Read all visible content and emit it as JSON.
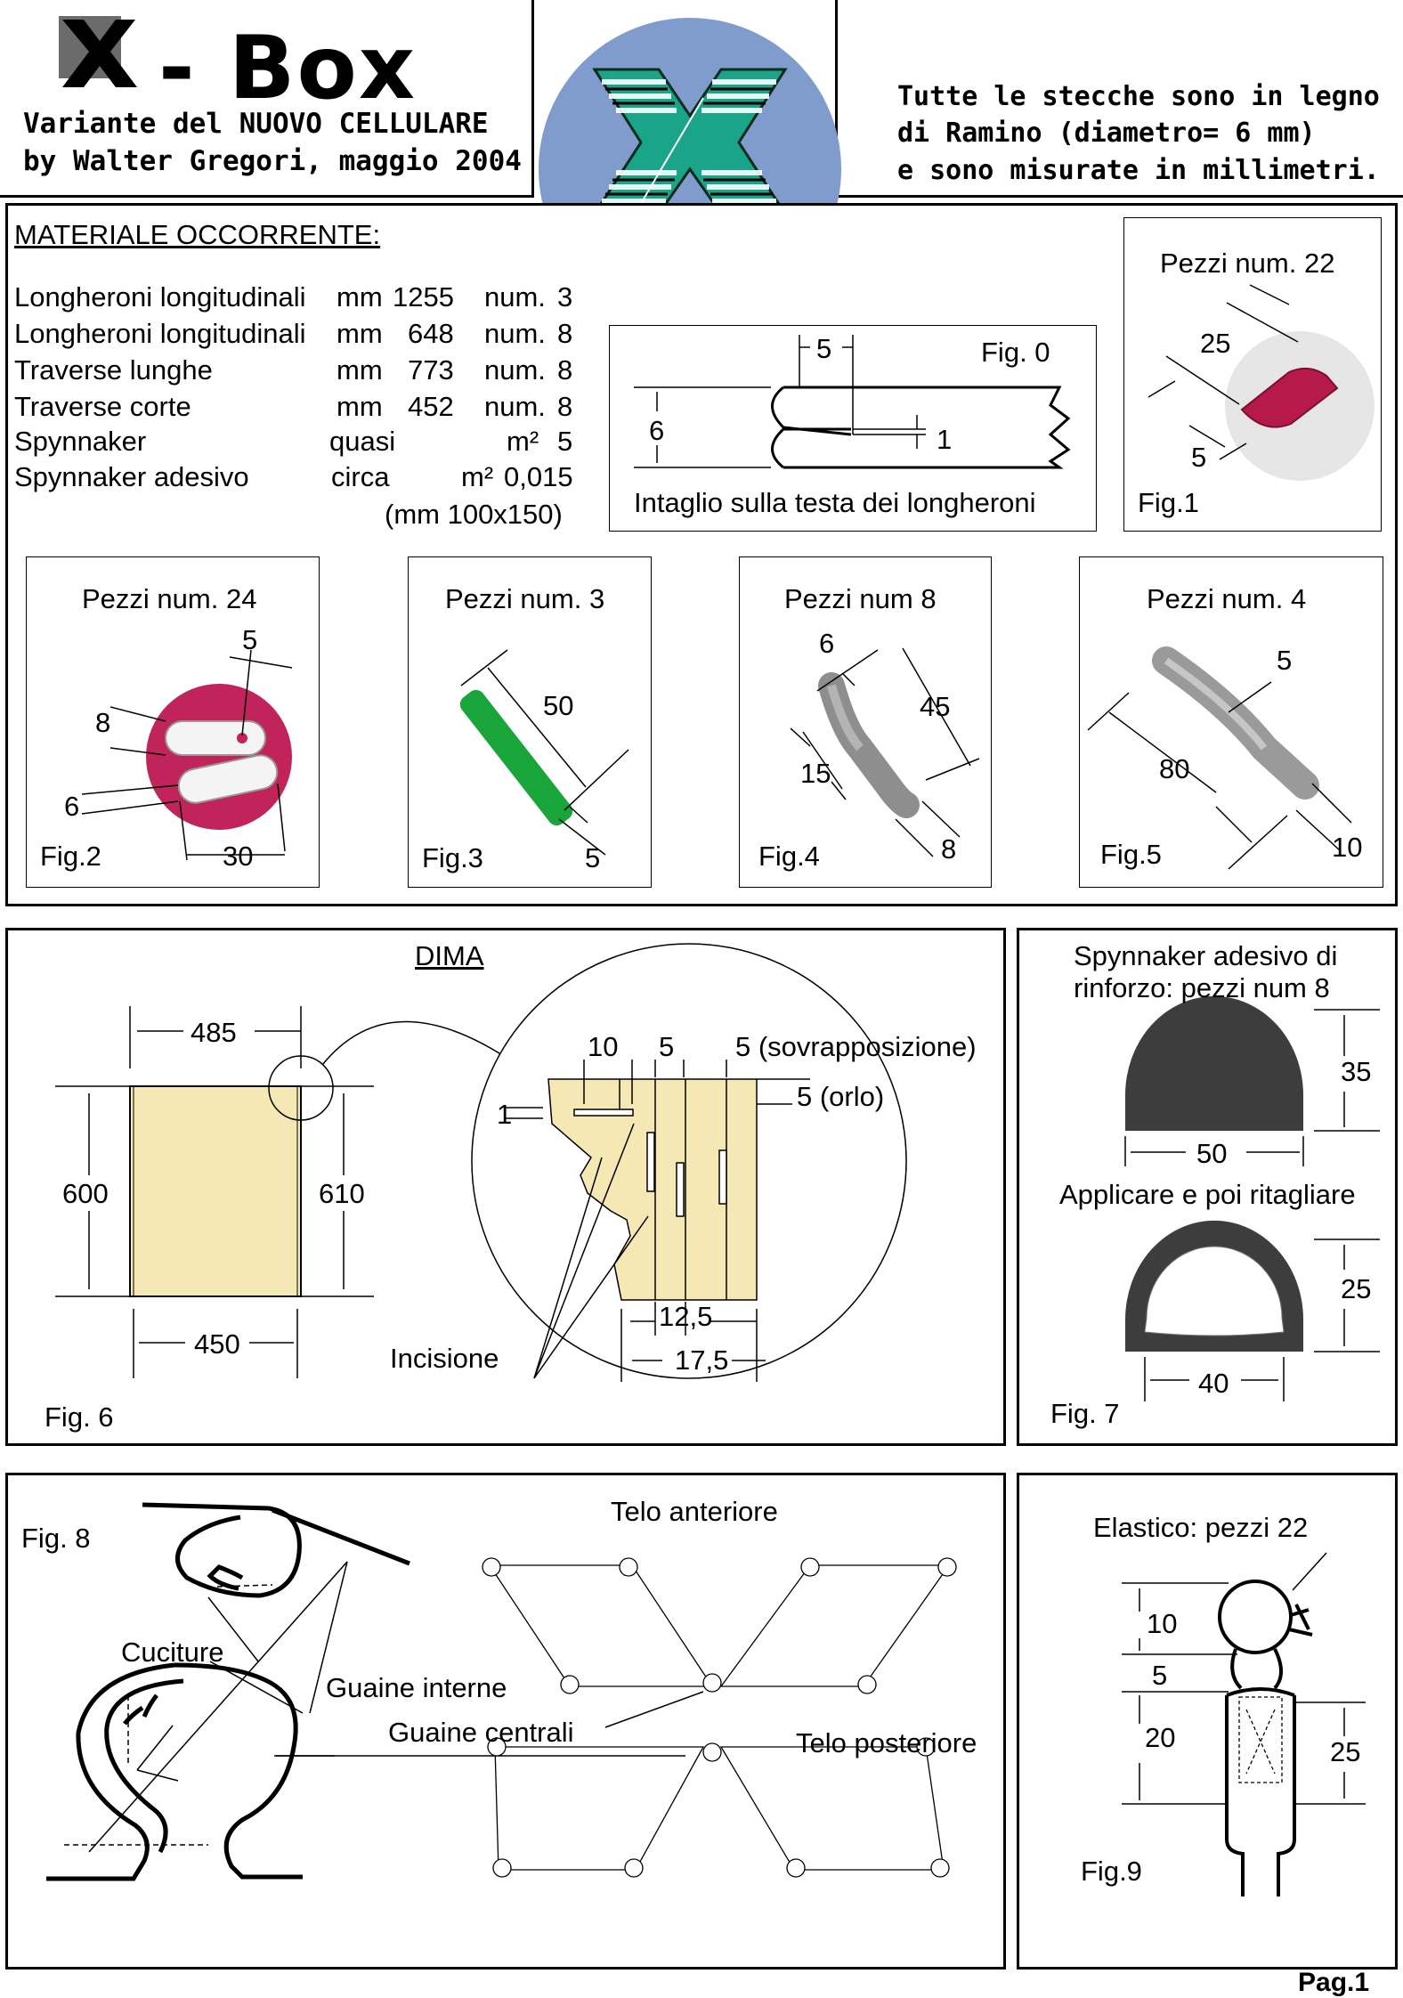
{
  "header": {
    "logo_x": "X",
    "title": "- Box",
    "subtitle1": "Variante del NUOVO CELLULARE",
    "subtitle2": "by Walter Gregori, maggio 2004",
    "note": "Tutte le stecche sono in legno\ndi Ramino (diametro= 6 mm)\ne sono misurate in millimetri."
  },
  "materials": {
    "heading": "MATERIALE OCCORRENTE:",
    "rows": [
      {
        "name": "Longheroni longitudinali",
        "unit": "mm",
        "value": "1255",
        "qty_label": "num.",
        "qty": "3"
      },
      {
        "name": "Longheroni longitudinali",
        "unit": "mm",
        "value": "648",
        "qty_label": "num.",
        "qty": "8"
      },
      {
        "name": "Traverse lunghe",
        "unit": "mm",
        "value": "773",
        "qty_label": "num.",
        "qty": "8"
      },
      {
        "name": "Traverse corte",
        "unit": "mm",
        "value": "452",
        "qty_label": "num.",
        "qty": "8"
      },
      {
        "name": "Spynnaker",
        "unit": "quasi",
        "value": "",
        "qty_label": "m²",
        "qty": "5"
      },
      {
        "name": "Spynnaker adesivo",
        "unit": "circa",
        "value": "",
        "qty_label": "m²",
        "qty": "0,015"
      }
    ],
    "note": "(mm 100x150)"
  },
  "fig0": {
    "label": "Fig. 0",
    "dim_top": "5",
    "dim_left": "6",
    "dim_right": "1",
    "caption": "Intaglio sulla testa dei longheroni"
  },
  "fig1": {
    "title": "Pezzi num. 22",
    "dim_a": "25",
    "dim_b": "5",
    "label": "Fig.1"
  },
  "fig2": {
    "title": "Pezzi num. 24",
    "dim_top": "5",
    "dim_a": "8",
    "dim_b": "6",
    "dim_bottom": "30",
    "label": "Fig.2"
  },
  "fig3": {
    "title": "Pezzi num. 3",
    "dim_len": "50",
    "dim_d": "5",
    "label": "Fig.3"
  },
  "fig4": {
    "title": "Pezzi num 8",
    "dim_a": "6",
    "dim_b": "45",
    "dim_c": "15",
    "dim_d": "8",
    "label": "Fig.4"
  },
  "fig5": {
    "title": "Pezzi num. 4",
    "dim_a": "5",
    "dim_b": "80",
    "dim_c": "10",
    "label": "Fig.5"
  },
  "fig6": {
    "title": "DIMA",
    "w_top": "485",
    "h_left": "600",
    "h_right": "610",
    "w_bottom": "450",
    "d10": "10",
    "d5": "5",
    "overlap": "5 (sovrapposizione)",
    "hem": "5 (orlo)",
    "d1": "1",
    "d125": "12,5",
    "d175": "17,5",
    "cut": "Incisione",
    "label": "Fig. 6"
  },
  "fig7": {
    "title1": "Spynnaker adesivo di",
    "title2": "rinforzo: pezzi num 8",
    "h1": "35",
    "w1": "50",
    "instr": "Applicare e poi ritagliare",
    "h2": "25",
    "w2": "40",
    "label": "Fig. 7",
    "color": "#3d3d3d"
  },
  "fig8": {
    "label": "Fig.  8",
    "front": "Telo anteriore",
    "seams": "Cuciture",
    "inner": "Guaine interne",
    "central": "Guaine centrali",
    "back": "Telo posteriore"
  },
  "fig9": {
    "title": "Elastico: pezzi 22",
    "d10": "10",
    "d5": "5",
    "d20": "20",
    "d25": "25",
    "label": "Fig.9"
  },
  "footer": {
    "page": "Pag.1"
  },
  "colors": {
    "kite_sky": "#7f9ccc",
    "green": "#1aa53a",
    "template": "#f5e8b4",
    "tube": "#8e8e8e",
    "pink": "#b51a4a"
  }
}
